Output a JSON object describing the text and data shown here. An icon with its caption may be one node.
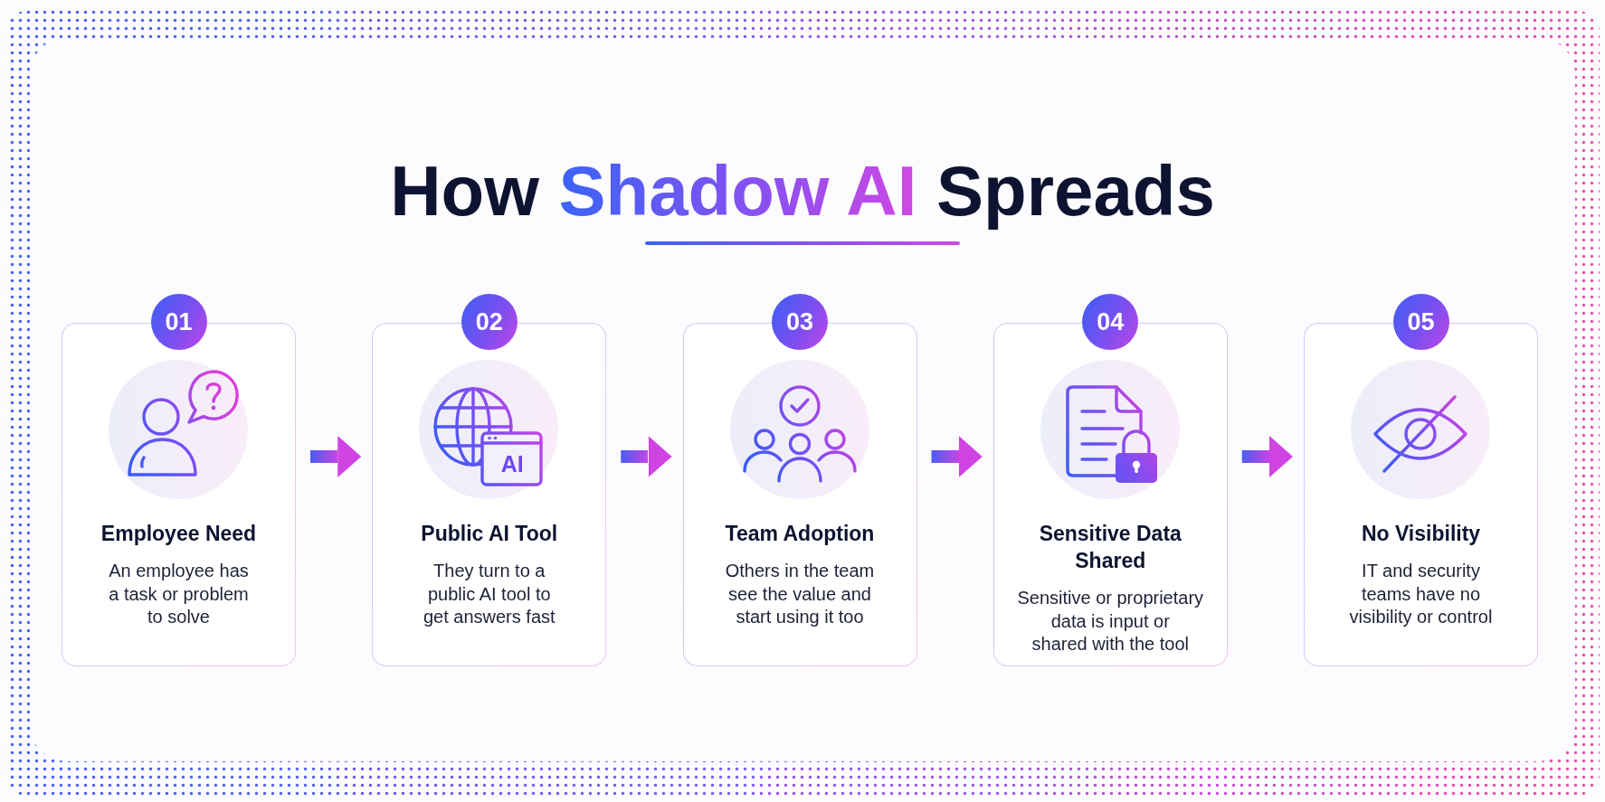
{
  "diagram": {
    "title": "How Shadow AI Spreads",
    "nodes": [
      {
        "text": [
          "01",
          "Employee Need",
          "An employee has a task or problem to solve"
        ]
      },
      {
        "text": [
          "02",
          "Public AI Tool",
          "They turn to a public AI tool to get answers fast"
        ]
      },
      {
        "text": [
          "03",
          "Team Adoption",
          "Others in the team see the value and start using it too"
        ]
      },
      {
        "text": [
          "04",
          "Sensitive Data Shared",
          "Sensitive or proprietary data is input or shared with the tool"
        ]
      },
      {
        "text": [
          "05",
          "No Visibility",
          "IT and security teams have no visibility or control"
        ]
      }
    ],
    "edges": [
      {
        "from": 0,
        "to": 1,
        "arrow": "to"
      },
      {
        "from": 1,
        "to": 2,
        "arrow": "to"
      },
      {
        "from": 2,
        "to": 3,
        "arrow": "to"
      },
      {
        "from": 3,
        "to": 4,
        "arrow": "to"
      }
    ],
    "labels": [
      "AI"
    ]
  }
}
